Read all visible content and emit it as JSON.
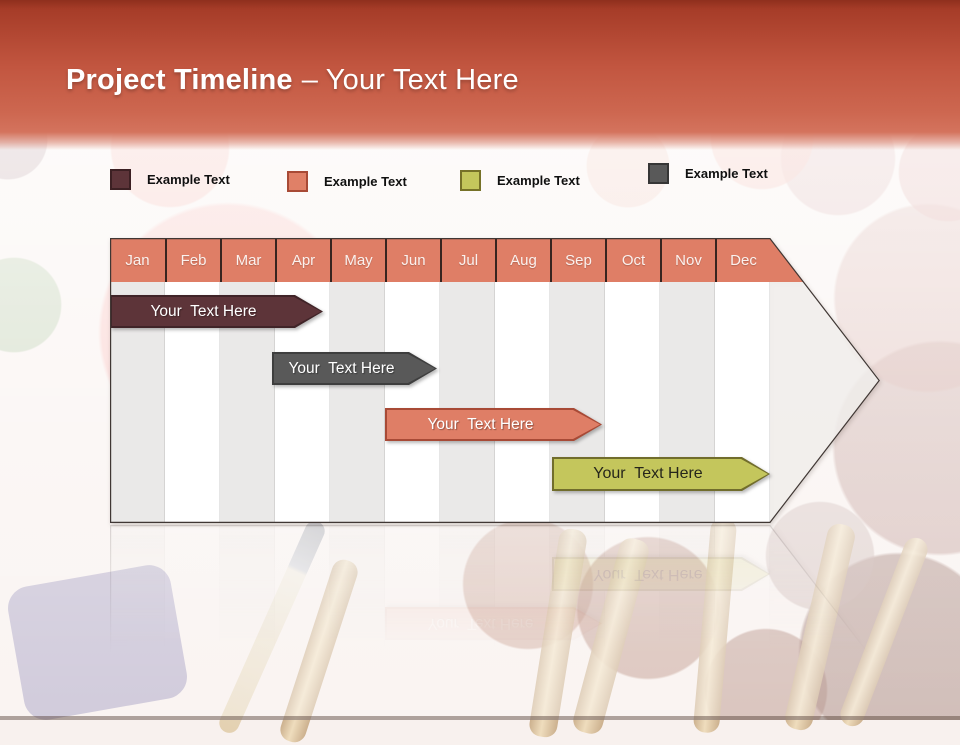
{
  "slide": {
    "title_bold": "Project Timeline",
    "title_regular": "– Your Text Here",
    "background_photo": "watercolor paint box with round paint pans and brushes (washed out)"
  },
  "legend": {
    "items": [
      {
        "label": "Example Text",
        "color": "#5d3439"
      },
      {
        "label": "Example Text",
        "color": "#e08067"
      },
      {
        "label": "Example Text",
        "color": "#c4c65c"
      },
      {
        "label": "Example Text",
        "color": "#595959"
      }
    ]
  },
  "timeline": {
    "months": [
      "Jan",
      "Feb",
      "Mar",
      "Apr",
      "May",
      "Jun",
      "Jul",
      "Aug",
      "Sep",
      "Oct",
      "Nov",
      "Dec"
    ],
    "month_header_color": "#df7e66",
    "arrow_outline_color": "#403734",
    "bars": [
      {
        "label": "Your  Text Here",
        "color": "#5d3439",
        "text_color": "#ffffff",
        "start_month": "Jan",
        "end_month": "Apr"
      },
      {
        "label": "Your  Text Here",
        "color": "#595959",
        "text_color": "#ffffff",
        "start_month": "Mar",
        "end_month": "Jun"
      },
      {
        "label": "Your  Text Here",
        "color": "#df7e66",
        "text_color": "#ffffff",
        "start_month": "Jun",
        "end_month": "Sep"
      },
      {
        "label": "Your  Text Here",
        "color": "#c4c65c",
        "text_color": "#26261b",
        "start_month": "Sep",
        "end_month": "Dec"
      }
    ]
  },
  "chart_data": {
    "type": "bar",
    "subtype": "gantt-timeline",
    "title": "Project Timeline – Your Text Here",
    "categories": [
      "Jan",
      "Feb",
      "Mar",
      "Apr",
      "May",
      "Jun",
      "Jul",
      "Aug",
      "Sep",
      "Oct",
      "Nov",
      "Dec"
    ],
    "series": [
      {
        "name": "Your Text Here",
        "color": "#5d3439",
        "start": "Jan",
        "end": "Apr",
        "start_index": 0.0,
        "end_index": 3.9
      },
      {
        "name": "Your Text Here",
        "color": "#595959",
        "start": "Mar",
        "end": "Jun",
        "start_index": 2.9,
        "end_index": 6.0
      },
      {
        "name": "Your Text Here",
        "color": "#df7e66",
        "start": "Jun",
        "end": "Sep",
        "start_index": 5.0,
        "end_index": 8.9
      },
      {
        "name": "Your Text Here",
        "color": "#c4c65c",
        "start": "Sep",
        "end": "Dec",
        "start_index": 8.0,
        "end_index": 12.0
      }
    ],
    "legend_entries": [
      "Example Text",
      "Example Text",
      "Example Text",
      "Example Text"
    ],
    "legend_position": "top",
    "grid": "vertical month columns with alternating gray/white shading",
    "axis": "months Jan to Dec inside a right-pointing arrow shape"
  }
}
